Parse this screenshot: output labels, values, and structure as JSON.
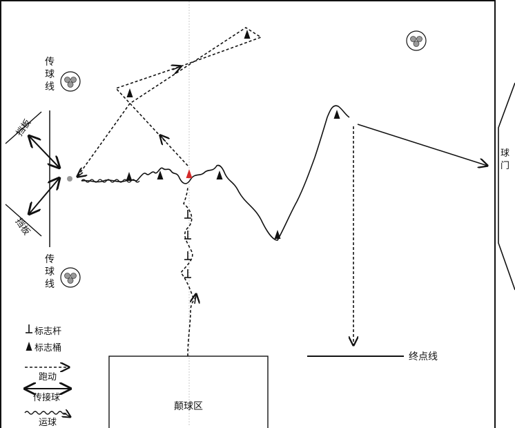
{
  "labels": {
    "pass_line_top": [
      "传",
      "球",
      "线"
    ],
    "pass_line_bottom": [
      "传",
      "球",
      "线"
    ],
    "board_top": "挡板",
    "board_bottom": "挡板",
    "goal": [
      "球",
      "门"
    ],
    "finish_line": "终点线",
    "juggle_zone": "颠球区"
  },
  "legend": {
    "pole": "标志杆",
    "cone": "标志桶",
    "run": "跑动",
    "pass": "传接球",
    "dribble": "运球"
  },
  "colors": {
    "ink": "#111111",
    "cone_highlight": "#d42a2a",
    "center_line": "#bbbbbb",
    "ball_fill": "#9a9a9a"
  },
  "icons": {
    "ball_group": "three-balls-icon",
    "cone": "cone-icon",
    "pole": "pole-icon"
  }
}
